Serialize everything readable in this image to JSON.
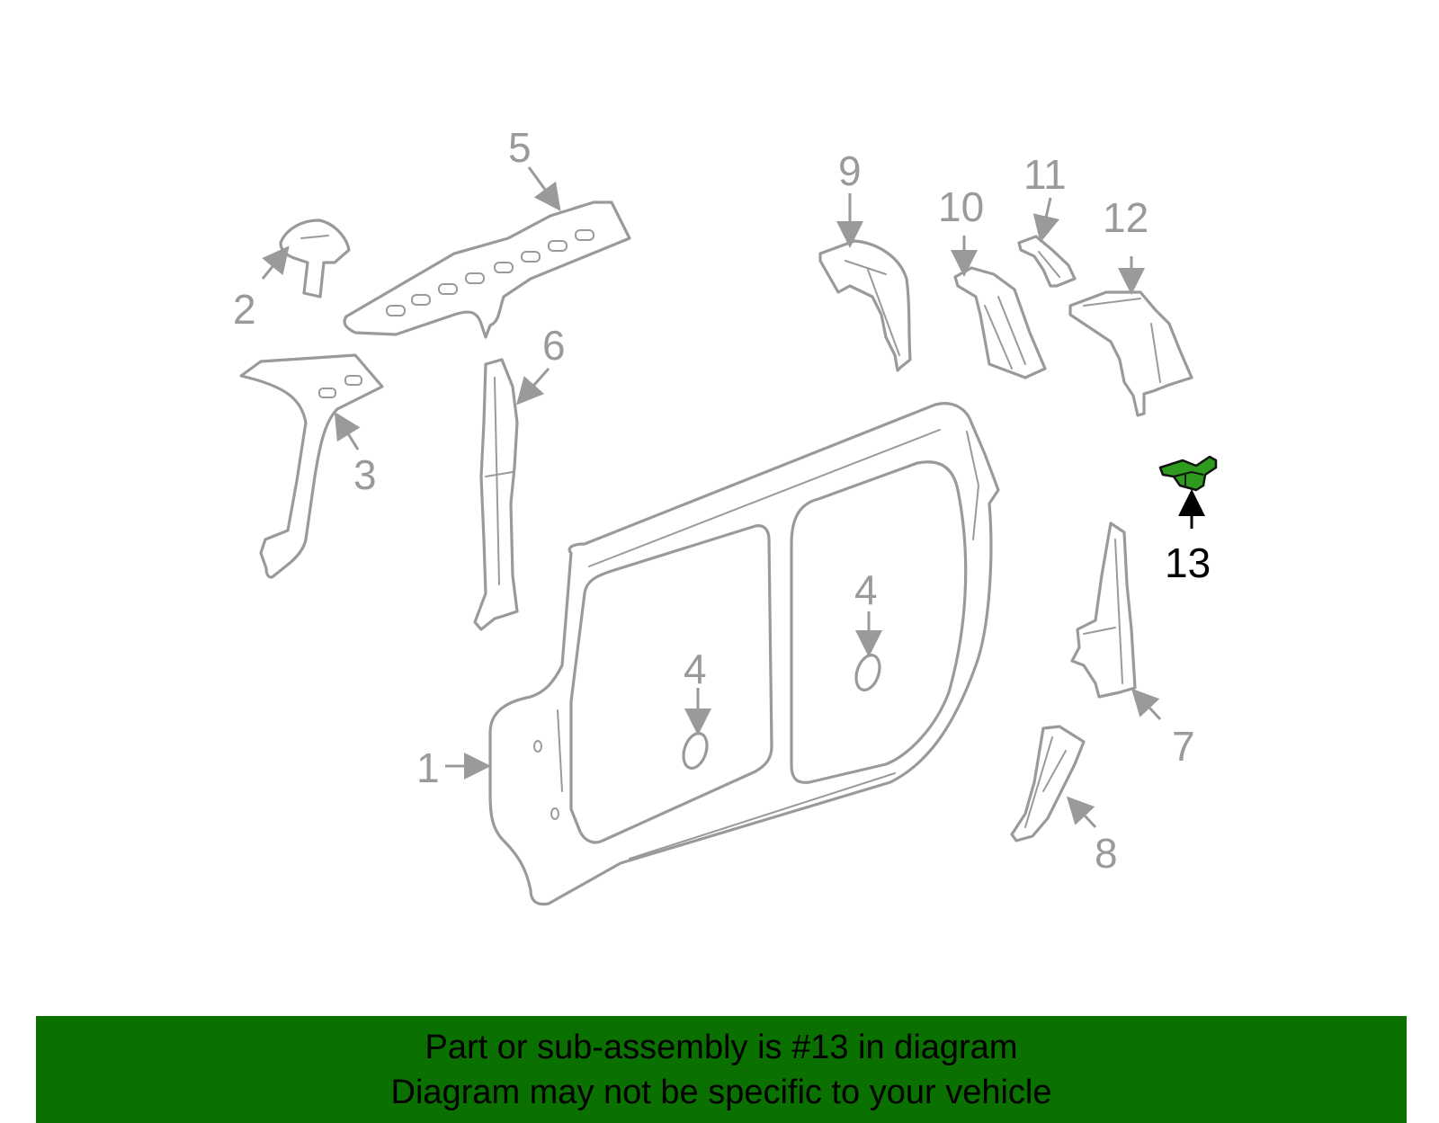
{
  "diagram": {
    "highlight_color": "#2e9a1e",
    "line_color": "#9a9a9a",
    "highlighted_callout": "13",
    "callouts": {
      "c1": "1",
      "c2": "2",
      "c3": "3",
      "c4a": "4",
      "c4b": "4",
      "c5": "5",
      "c6": "6",
      "c7": "7",
      "c8": "8",
      "c9": "9",
      "c10": "10",
      "c11": "11",
      "c12": "12",
      "c13": "13"
    }
  },
  "banner": {
    "background": "#0a7000",
    "line1": "Part or sub-assembly is #13 in diagram",
    "line2": "Diagram may not be specific to your vehicle"
  }
}
